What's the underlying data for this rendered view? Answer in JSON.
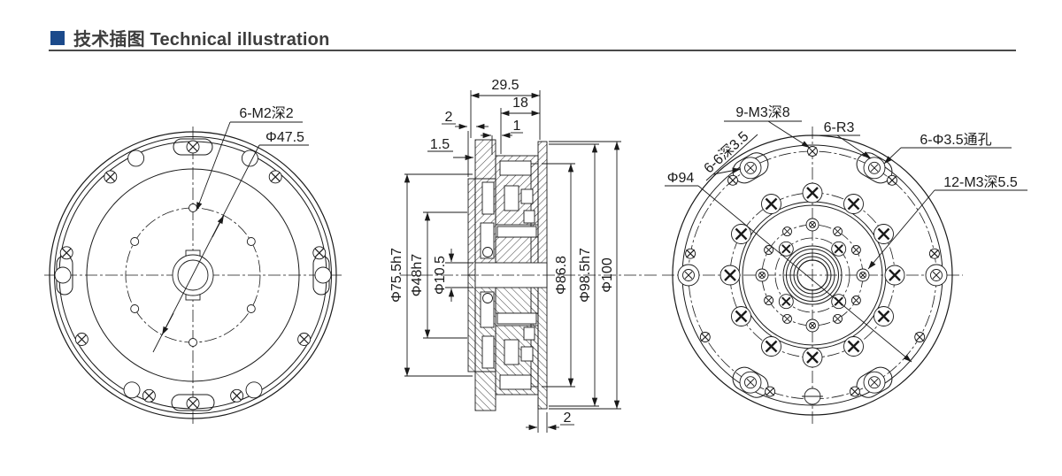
{
  "header": {
    "title": "技术插图 Technical illustration",
    "accent_color": "#1b4a8b"
  },
  "front_view": {
    "thread_label": "6-M2深2",
    "bolt_circle_label": "Φ47.5"
  },
  "section_view": {
    "w_total": "29.5",
    "w_18": "18",
    "t_2": "2",
    "t_1": "1",
    "t_1_5": "1.5",
    "d75": "Φ75.5h7",
    "d48": "Φ48h7",
    "d10": "Φ10.5",
    "d86": "Φ86.8",
    "d98": "Φ98.5h7",
    "d100": "Φ100",
    "b_2": "2"
  },
  "rear_view": {
    "m3x9_label": "9-M3深8",
    "r3_label": "6-R3",
    "cbore_label": "6-6深3.5",
    "through_label": "6-Φ3.5通孔",
    "d94_label": "Φ94",
    "m3x12_label": "12-M3深5.5"
  }
}
